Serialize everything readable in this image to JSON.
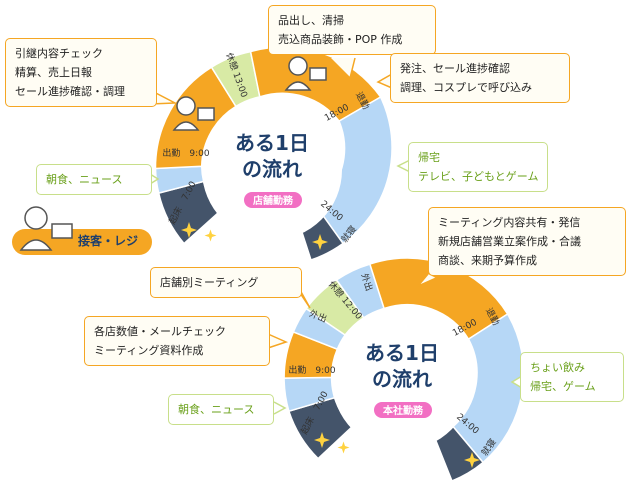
{
  "colors": {
    "work": "#f5a623",
    "home": "#b6d7f6",
    "night": "#44546a",
    "break": "#d8eaa5",
    "title": "#1f3f6b",
    "badge": "#f26fc3",
    "green_text": "#6aa01a"
  },
  "store": {
    "title_line1": "ある1日",
    "title_line2": "の流れ",
    "badge": "店舗勤務",
    "role_badge": "接客・レジ",
    "labels": {
      "wake": "起床　7:00",
      "work_start": "出勤　9:00",
      "break": "休憩 13:00",
      "leave": "退勤",
      "leave_time": "18:00",
      "sleep": "就寝",
      "sleep_time": "24:00"
    },
    "callouts": {
      "morning": [
        "引継内容チェック",
        "精算、売上日報",
        "セール進捗確認・調理"
      ],
      "noon": [
        "品出し、清掃",
        "売込商品装飾・POP 作成"
      ],
      "afternoon": [
        "発注、セール進捗確認",
        "調理、コスプレで呼び込み"
      ],
      "breakfast": [
        "朝食、ニュース"
      ],
      "evening": [
        "帰宅",
        "テレビ、子どもとゲーム"
      ]
    }
  },
  "hq": {
    "title_line1": "ある1日",
    "title_line2": "の流れ",
    "badge": "本社勤務",
    "labels": {
      "wake": "起床　7:00",
      "work_start": "出勤　9:00",
      "out1": "外出",
      "break": "休憩 12:00",
      "out2": "外出",
      "leave": "退勤",
      "leave_time": "18:00",
      "sleep": "就寝",
      "sleep_time": "24:00"
    },
    "callouts": {
      "meeting": [
        "店舗別ミーティング"
      ],
      "morning": [
        "各店数値・メールチェック",
        "ミーティング資料作成"
      ],
      "afternoon": [
        "ミーティング内容共有・発信",
        "新規店舗営業立案作成・合議",
        "商談、来期予算作成"
      ],
      "breakfast": [
        "朝食、ニュース"
      ],
      "evening": [
        "ちょい飲み",
        "帰宅、ゲーム"
      ]
    }
  }
}
